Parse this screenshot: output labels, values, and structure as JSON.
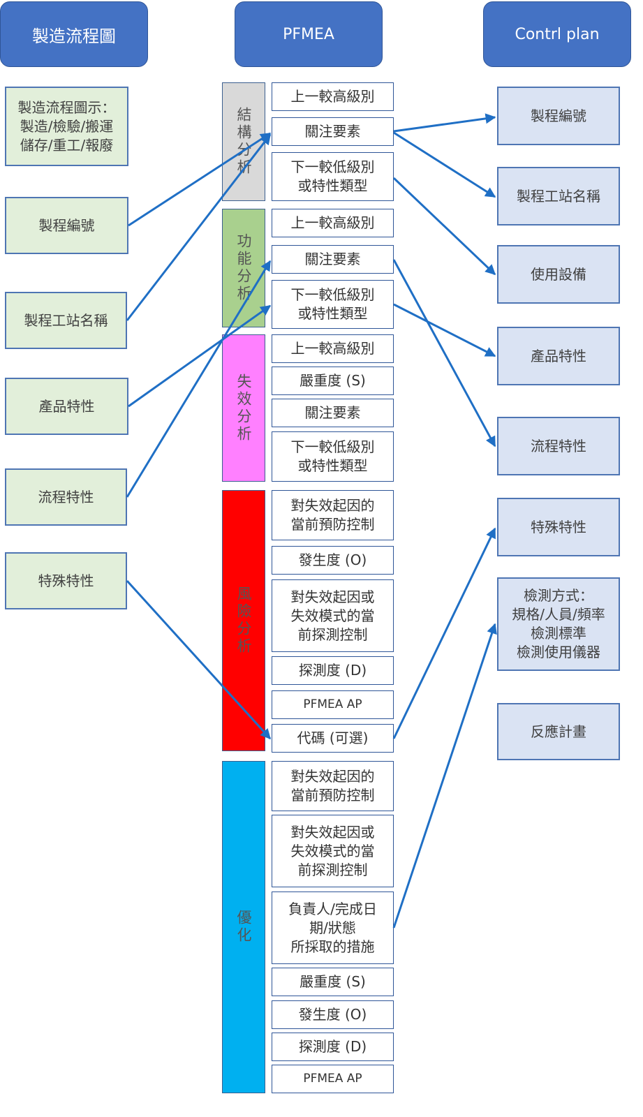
{
  "headers": {
    "process_flow": "製造流程圖",
    "pfmea": "PFMEA",
    "control_plan": "Contrl plan"
  },
  "process_flow": {
    "description": "製造流程圖示：\n製造/檢驗/搬運\n儲存/重工/報廢",
    "items": [
      "製程編號",
      "製程工站名稱",
      "產品特性",
      "流程特性",
      "特殊特性"
    ]
  },
  "pfmea": {
    "categories": {
      "structure": "結構分析",
      "function": "功能分析",
      "failure": "失效分析",
      "risk": "風險分析",
      "optimization": "優化"
    },
    "structure_items": [
      "上一較高級別",
      "關注要素",
      "下一較低級別\n或特性類型"
    ],
    "function_items": [
      "上一較高級別",
      "關注要素",
      "下一較低級別\n或特性類型"
    ],
    "failure_items": [
      "上一較高級別",
      "嚴重度 (S)",
      "關注要素",
      "下一較低級別\n或特性類型"
    ],
    "risk_items": [
      "對失效起因的\n當前預防控制",
      "發生度 (O)",
      "對失效起因或\n失效模式的當\n前探測控制",
      "探測度 (D)",
      "PFMEA AP",
      "代碼 (可選)"
    ],
    "optimization_items": [
      "對失效起因的\n當前預防控制",
      "對失效起因或\n失效模式的當\n前探測控制",
      "負責人/完成日\n期/狀態\n所採取的措施",
      "嚴重度 (S)",
      "發生度 (O)",
      "探測度 (D)",
      "PFMEA AP"
    ]
  },
  "control_plan": {
    "items": [
      "製程編號",
      "製程工站名稱",
      "使用設備",
      "產品特性",
      "流程特性",
      "特殊特性",
      "檢測方式：\n規格/人員/頻率\n檢測標準\n檢測使用儀器",
      "反應計畫"
    ]
  },
  "colors": {
    "header": "#4472c4",
    "arrow": "#1f6fc5",
    "structure": "#d9d9d9",
    "function": "#a9d08e",
    "failure": "#ff80ff",
    "risk": "#ff0000",
    "optimization": "#00b0f0",
    "left_box": "#e2efda",
    "right_box": "#dae3f3"
  }
}
